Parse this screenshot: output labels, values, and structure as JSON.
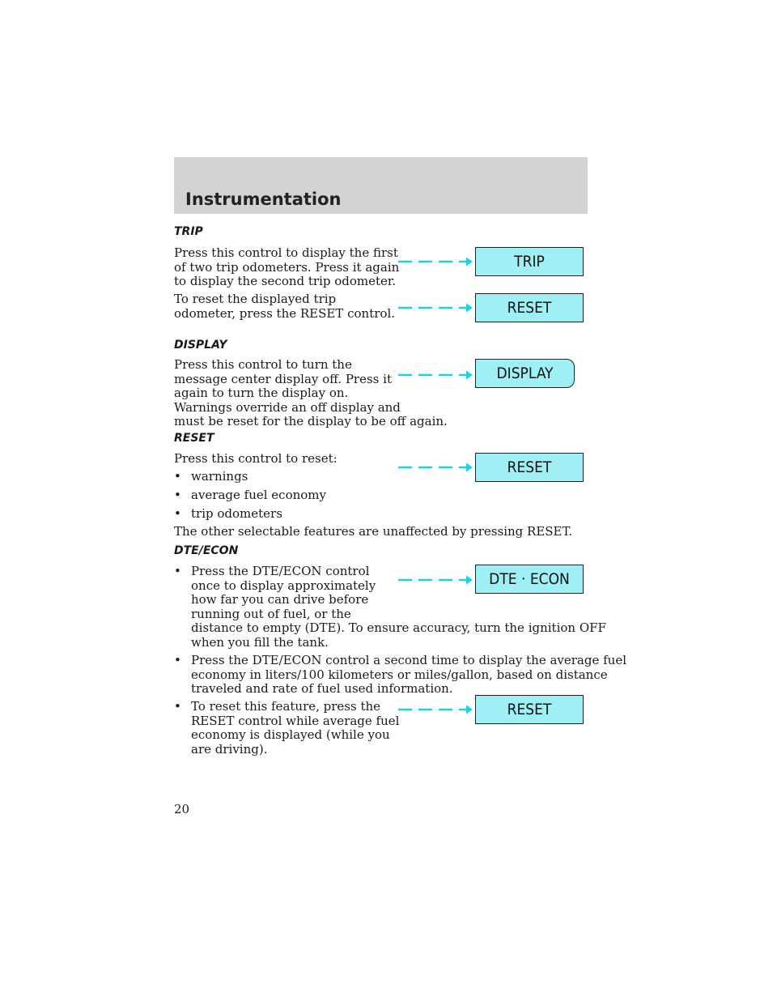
{
  "header": {
    "title": "Instrumentation"
  },
  "trip": {
    "heading": "TRIP",
    "p1": [
      "Press this control to display the first",
      "of two trip odometers. Press it again",
      "to display the second trip odometer."
    ],
    "p2": [
      "To reset the displayed trip",
      "odometer, press the RESET control."
    ],
    "button_label": "TRIP",
    "reset_button_label": "RESET"
  },
  "display": {
    "heading": "DISPLAY",
    "p1": [
      "Press this control to turn the",
      "message center display off. Press it",
      "again to turn the display on.",
      "Warnings override an off display and",
      "must be reset for the display to be off again."
    ],
    "button_label": "DISPLAY"
  },
  "reset": {
    "heading": "RESET",
    "intro": "Press this control to reset:",
    "bullets": [
      "warnings",
      "average fuel economy",
      "trip odometers"
    ],
    "after": "The other selectable features are unaffected by pressing RESET.",
    "button_label": "RESET"
  },
  "dte": {
    "heading": "DTE/ECON",
    "b1": [
      "Press the DTE/ECON control",
      "once to display approximately",
      "how far you can drive before",
      "running out of fuel, or the",
      "distance to empty (DTE). To ensure accuracy, turn the ignition OFF",
      "when you fill the tank."
    ],
    "b2": [
      "Press the DTE/ECON control a second time to display the average fuel",
      "economy in liters/100 kilometers or miles/gallon, based on distance",
      "traveled and rate of fuel used information."
    ],
    "b3": [
      "To reset this feature, press the",
      "RESET control while average fuel",
      "economy is displayed (while you",
      "are driving)."
    ],
    "button_label": "DTE · ECON",
    "reset_button_label": "RESET"
  },
  "bullet_char": "•",
  "page_number": "20"
}
